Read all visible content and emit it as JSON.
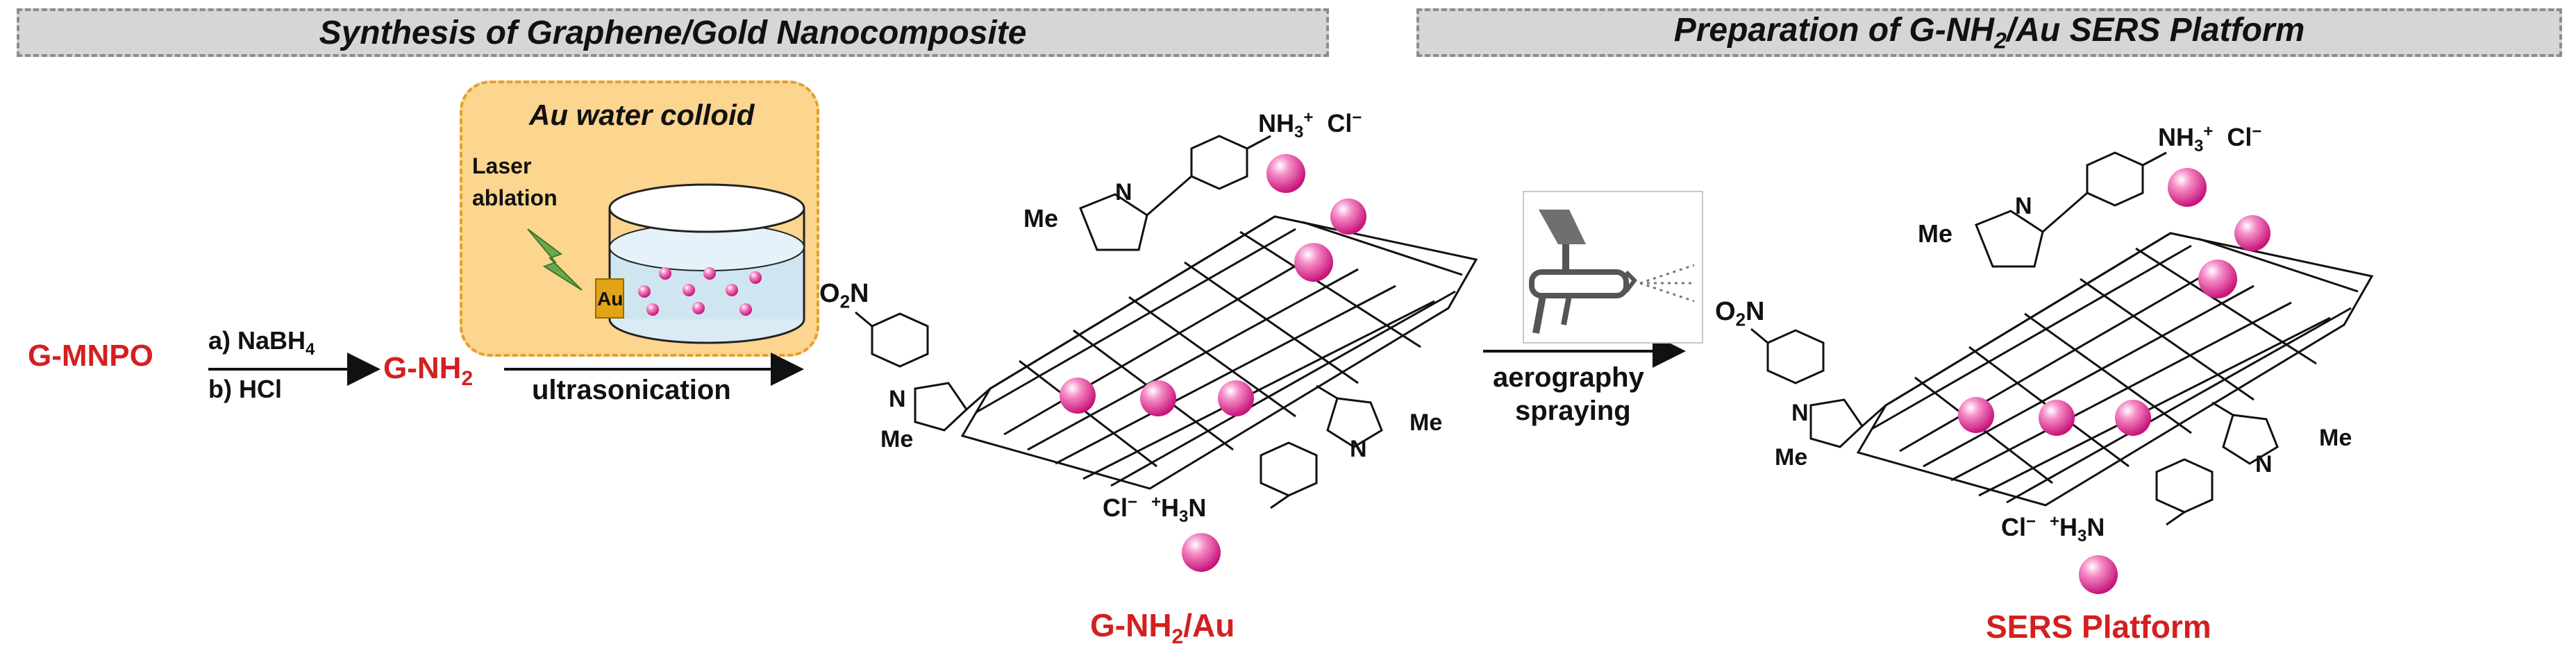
{
  "banners": {
    "left": "Synthesis of Graphene/Gold Nanocomposite",
    "right_prefix": "Preparation of G-NH",
    "right_sub": "2",
    "right_suffix": "/Au SERS Platform"
  },
  "colloid": {
    "title": "Au water colloid",
    "laser_line1": "Laser",
    "laser_line2": "ablation",
    "au_label": "Au"
  },
  "step1": {
    "start": "G-MNPO",
    "reagent_a_prefix": "a) NaBH",
    "reagent_a_sub": "4",
    "reagent_b": "b) HCl",
    "product_prefix": "G-NH",
    "product_sub": "2",
    "arrow_label": "ultrasonication"
  },
  "composite": {
    "title_prefix": "G-NH",
    "title_sub": "2",
    "title_suffix": "/Au",
    "nh3": "NH",
    "nh3_sub": "3",
    "plus": "+",
    "cl": "Cl",
    "minus": "−",
    "no2_o": "O",
    "no2_sub": "2",
    "no2_n": "N",
    "me": "Me",
    "n": "N",
    "h3n_h": "H",
    "h3n_sub": "3",
    "h3n_n": "N"
  },
  "spraying": {
    "line1": "aerography",
    "line2": "spraying"
  },
  "platform": {
    "title": "SERS Platform"
  },
  "colors": {
    "highlight_red": "#d41f1f",
    "colloid_fill": "#fcd58e",
    "colloid_border": "#e0a030",
    "nanoparticle": "#e8439a",
    "banner_fill": "#d6d6d6"
  }
}
